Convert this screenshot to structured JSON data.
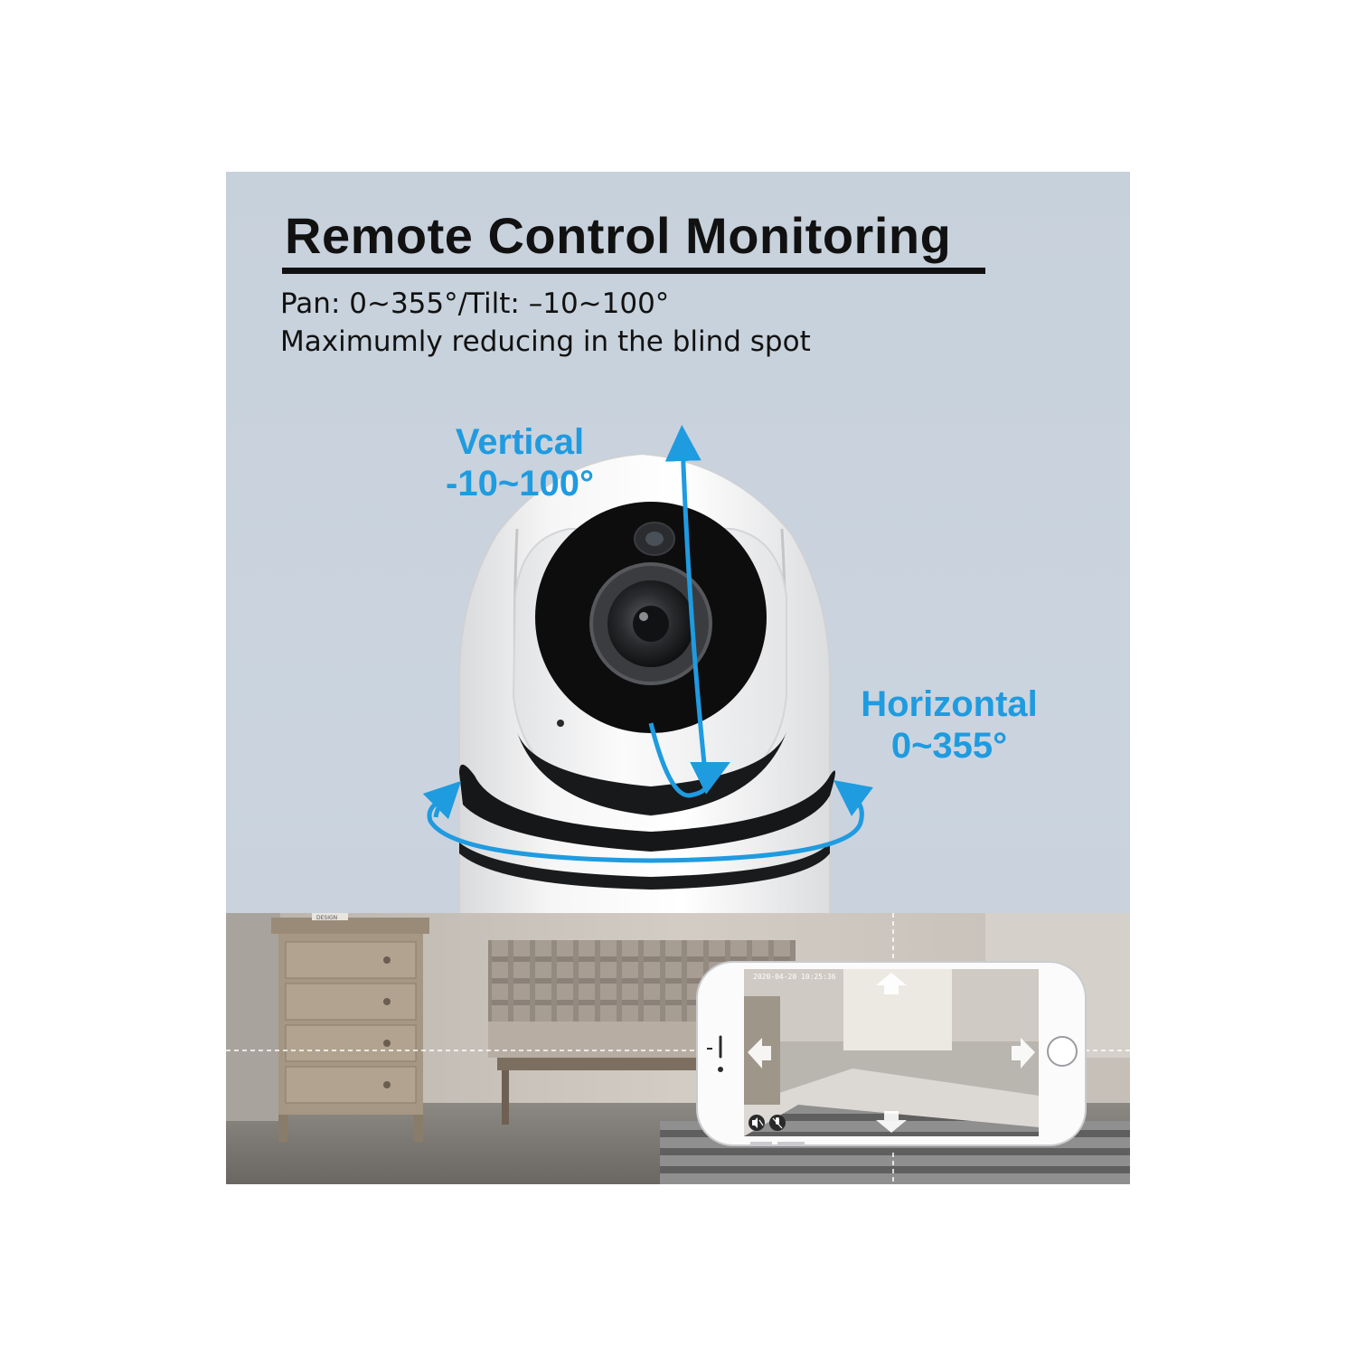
{
  "heading": {
    "title": "Remote Control Monitoring",
    "spec_line_1": "Pan: 0~355°/Tilt: –10~100°",
    "spec_line_2": "Maximumly reducing in the blind spot"
  },
  "vertical": {
    "name": "Vertical",
    "range": "-10~100°"
  },
  "horizontal": {
    "name": "Horizontal",
    "range": "0~355°"
  },
  "furniture_label": "DESIGN",
  "phone": {
    "timestamp": "2020-04-20  10:25:36"
  },
  "colors": {
    "accent": "#1f9be0",
    "background": "#c9d2dc",
    "text": "#111111"
  },
  "icons": [
    "speaker-mute-icon",
    "mic-mute-icon",
    "arrow-up-icon",
    "arrow-down-icon",
    "arrow-left-icon",
    "arrow-right-icon"
  ]
}
